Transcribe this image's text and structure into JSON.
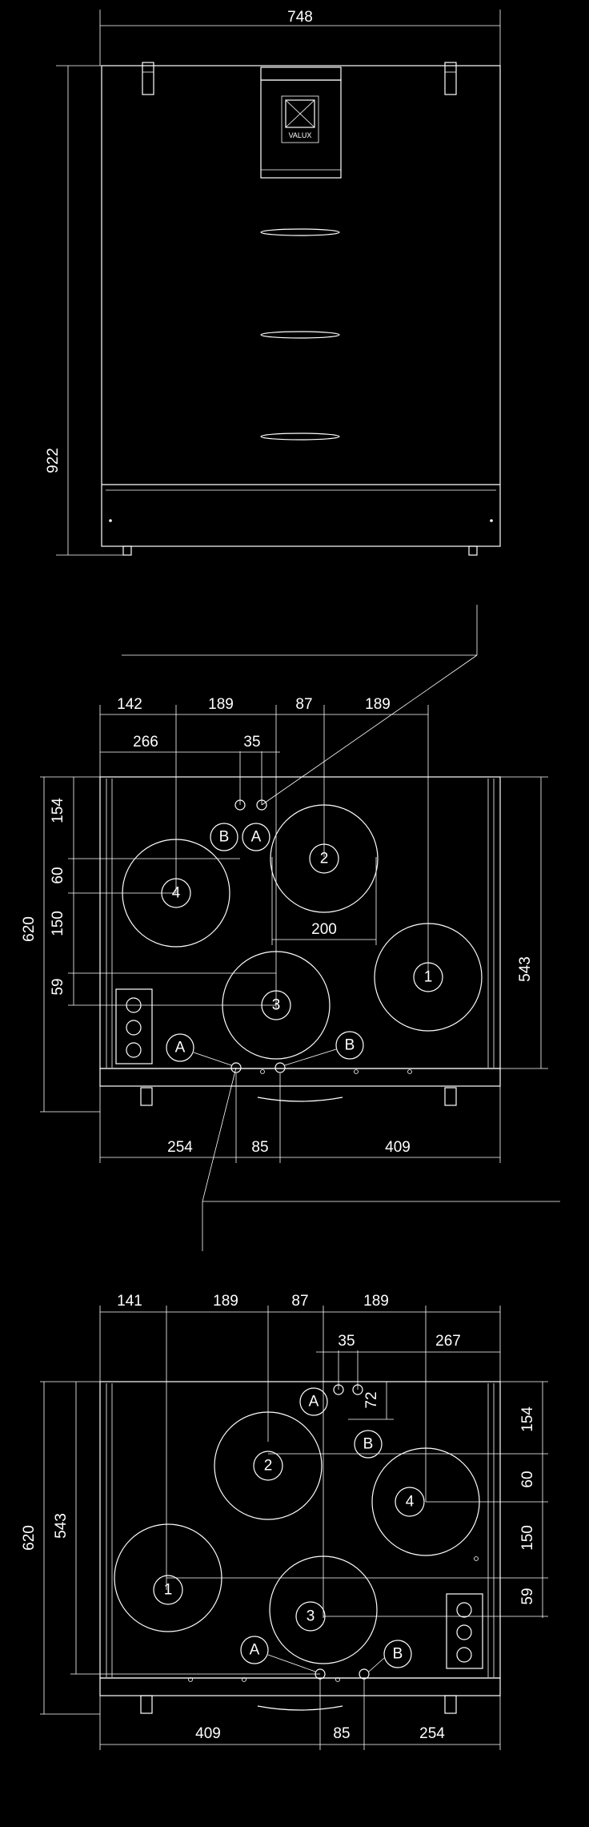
{
  "front_view": {
    "width_label": "748",
    "height_label": "922",
    "logo_text": "VALUX"
  },
  "plan_1": {
    "top_dims": [
      "142",
      "189",
      "87",
      "189"
    ],
    "row2_dims": [
      "266",
      "35"
    ],
    "left_dims": [
      "154",
      "60",
      "150",
      "59"
    ],
    "height_total": "620",
    "height_right": "543",
    "width_200": "200",
    "bottom_dims": [
      "254",
      "85",
      "409"
    ],
    "zones": [
      "1",
      "2",
      "3",
      "4"
    ],
    "conn_labels": [
      "A",
      "B",
      "A",
      "B"
    ]
  },
  "plan_2": {
    "top_dims": [
      "141",
      "189",
      "87",
      "189"
    ],
    "row2_dims": [
      "35",
      "267"
    ],
    "vert_72": "72",
    "right_dims": [
      "154",
      "60",
      "150",
      "59"
    ],
    "height_total": "620",
    "height_left": "543",
    "bottom_dims": [
      "409",
      "85",
      "254"
    ],
    "zones": [
      "1",
      "2",
      "3",
      "4"
    ],
    "conn_labels": [
      "A",
      "B",
      "A",
      "B"
    ]
  }
}
